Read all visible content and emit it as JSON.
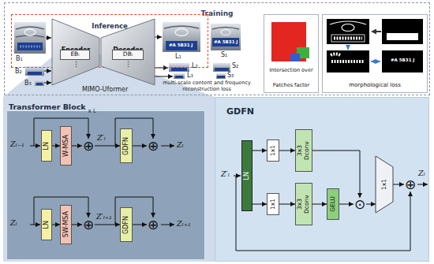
{
  "diagram": {
    "nodes": [
      {
        "text": [
          "Training"
        ]
      },
      {
        "text": [
          "Inference"
        ],
        "in": 0
      },
      {
        "text": [
          "Encoder"
        ],
        "in": 0
      },
      {
        "text": [
          "EBᵢ"
        ],
        "in": 2
      },
      {
        "text": [
          "Decoder"
        ],
        "in": 0
      },
      {
        "text": [
          "DBᵢ"
        ],
        "in": 4
      },
      {
        "text": [
          "Intersection over Patches factor"
        ],
        "in": 0
      },
      {
        "text": [
          "morphological loss"
        ],
        "in": 0
      },
      {
        "text": [
          "Transformer Block",
          "x L"
        ]
      },
      {
        "text": [
          "LN"
        ],
        "in": 8
      },
      {
        "text": [
          "W-MSA"
        ],
        "in": 8
      },
      {
        "text": [
          "⊕"
        ],
        "in": 8
      },
      {
        "text": [
          "GDFN"
        ],
        "in": 8
      },
      {
        "text": [
          "⊕"
        ],
        "in": 8
      },
      {
        "text": [
          "LN"
        ],
        "in": 8
      },
      {
        "text": [
          "SW-MSA"
        ],
        "in": 8
      },
      {
        "text": [
          "⊕"
        ],
        "in": 8
      },
      {
        "text": [
          "GDFN"
        ],
        "in": 8
      },
      {
        "text": [
          "⊕"
        ],
        "in": 8
      },
      {
        "text": [
          "GDFN"
        ]
      },
      {
        "text": [
          "LN"
        ],
        "in": 19
      },
      {
        "text": [
          "1x1"
        ],
        "in": 19
      },
      {
        "text": [
          "1x1"
        ],
        "in": 19
      },
      {
        "text": [
          "3x3 Dconv"
        ],
        "in": 19
      },
      {
        "text": [
          "3x3 Dconv"
        ],
        "in": 19
      },
      {
        "text": [
          "GELU"
        ],
        "in": 19
      },
      {
        "text": [
          "⊙"
        ],
        "in": 19
      },
      {
        "text": [
          "1x1"
        ],
        "in": 19
      },
      {
        "text": [
          "⊕"
        ],
        "in": 19
      }
    ],
    "edges": [
      {
        "from": 9,
        "to": 10,
        "arrow": "to"
      },
      {
        "from": 10,
        "to": 11,
        "arrow": "to"
      },
      {
        "from": 11,
        "to": 12,
        "arrow": "to"
      },
      {
        "from": 12,
        "to": 13,
        "arrow": "to"
      },
      {
        "from": 14,
        "to": 15,
        "arrow": "to"
      },
      {
        "from": 15,
        "to": 16,
        "arrow": "to"
      },
      {
        "from": 16,
        "to": 17,
        "arrow": "to"
      },
      {
        "from": 17,
        "to": 18,
        "arrow": "to"
      },
      {
        "from": 20,
        "to": 21,
        "arrow": "to"
      },
      {
        "from": 20,
        "to": 22,
        "arrow": "to"
      },
      {
        "from": 21,
        "to": 23,
        "arrow": "to"
      },
      {
        "from": 22,
        "to": 24,
        "arrow": "to"
      },
      {
        "from": 24,
        "to": 25,
        "arrow": "to"
      },
      {
        "from": 23,
        "to": 26,
        "arrow": "to"
      },
      {
        "from": 25,
        "to": 26,
        "arrow": "to"
      },
      {
        "from": 26,
        "to": 27,
        "arrow": "to"
      },
      {
        "from": 27,
        "to": 28,
        "arrow": "to"
      }
    ],
    "labels": [
      "B₁",
      "B₂",
      "B₃",
      "L₁",
      "S₁",
      "L₂",
      "L₃",
      "S₂",
      "S₃",
      "multi-scale content and frequency reconstruction loss",
      "MIMO-Uformer",
      "⋮",
      "⋮",
      "#A 5B31 J",
      "#A 5B31 J",
      "#A 5B31 J",
      "Zₗ₋₁",
      "Z′ₗ",
      "Zₗ",
      "Zₗ",
      "Z′ₗ₊₁",
      "Zₗ₊₁",
      "Z′ₗ",
      "Zₗ"
    ]
  }
}
